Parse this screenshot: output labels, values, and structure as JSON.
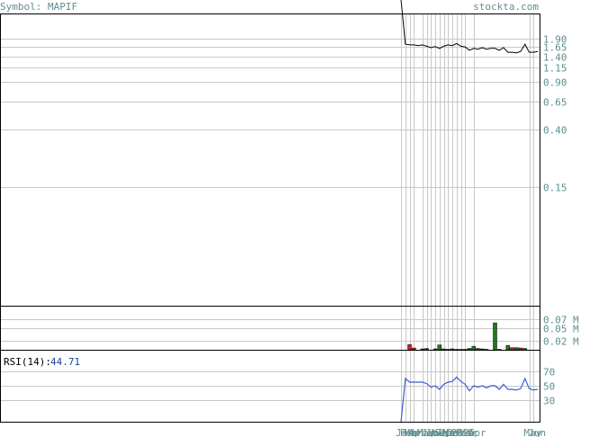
{
  "header": {
    "symbol_label": "Symbol: MAPIF",
    "site": "stockta.com"
  },
  "rsi": {
    "label": "RSI(14):",
    "value": "44.71"
  },
  "colors": {
    "grid": "#c8c8c8",
    "frame": "#000000",
    "price_line": "#000000",
    "rsi_line": "#3a5fcd",
    "vol_up": "#1f7a1f",
    "vol_down": "#cc2222",
    "axis_text": "#5f8f8f"
  },
  "chart_data": [
    {
      "type": "line",
      "scale": "log",
      "title": "",
      "y_ticks": [
        "1.90",
        "1.65",
        "1.40",
        "1.15",
        "0.90",
        "0.65",
        "0.40",
        "0.15"
      ],
      "y_tick_values": [
        1.9,
        1.65,
        1.4,
        1.15,
        0.9,
        0.65,
        0.4,
        0.15
      ],
      "ylim": [
        0.02,
        2.9
      ],
      "x_index": [
        0,
        1,
        2,
        3,
        4,
        5,
        6,
        7,
        8,
        9,
        10,
        11,
        12,
        13,
        14,
        15,
        16,
        17,
        18,
        19,
        20,
        21,
        22,
        23,
        24,
        25,
        26,
        27,
        28,
        29,
        30,
        31,
        32
      ],
      "values": [
        5.0,
        1.72,
        1.7,
        1.7,
        1.68,
        1.7,
        1.66,
        1.62,
        1.65,
        1.6,
        1.66,
        1.7,
        1.68,
        1.74,
        1.66,
        1.64,
        1.55,
        1.6,
        1.58,
        1.62,
        1.58,
        1.6,
        1.6,
        1.55,
        1.62,
        1.5,
        1.5,
        1.48,
        1.52,
        1.72,
        1.5,
        1.5,
        1.52
      ]
    },
    {
      "type": "bar",
      "title": "Volume",
      "y_ticks": [
        "0.07 M",
        "0.05 M",
        "0.02 M"
      ],
      "y_tick_values": [
        0.07,
        0.05,
        0.02
      ],
      "ylim": [
        0,
        0.1
      ],
      "x_index": [
        1,
        2,
        3,
        4,
        5,
        6,
        7,
        8,
        9,
        10,
        11,
        12,
        13,
        14,
        15,
        16,
        17,
        18,
        19,
        20,
        21,
        22,
        23,
        24,
        25,
        26,
        27,
        28,
        29
      ],
      "values": [
        0.0,
        0.012,
        0.004,
        0.0,
        0.002,
        0.003,
        0.0,
        0.002,
        0.011,
        0.002,
        0.001,
        0.002,
        0.001,
        0.001,
        0.001,
        0.003,
        0.008,
        0.003,
        0.002,
        0.001,
        0.0,
        0.061,
        0.001,
        0.0,
        0.01,
        0.005,
        0.005,
        0.004,
        0.003
      ],
      "up": [
        1,
        0,
        0,
        1,
        0,
        0,
        1,
        1,
        1,
        1,
        1,
        1,
        1,
        1,
        1,
        1,
        1,
        0,
        1,
        1,
        1,
        1,
        1,
        1,
        1,
        0,
        1,
        0,
        1
      ]
    },
    {
      "type": "line",
      "title": "RSI(14)",
      "y_ticks": [
        "70",
        "50",
        "30"
      ],
      "y_tick_values": [
        70,
        50,
        30
      ],
      "ylim": [
        0,
        100
      ],
      "x_index": [
        0,
        1,
        2,
        3,
        4,
        5,
        6,
        7,
        8,
        9,
        10,
        11,
        12,
        13,
        14,
        15,
        16,
        17,
        18,
        19,
        20,
        21,
        22,
        23,
        24,
        25,
        26,
        27,
        28,
        29,
        30,
        31,
        32
      ],
      "values": [
        0,
        60,
        55,
        55,
        55,
        55,
        53,
        48,
        50,
        45,
        52,
        55,
        56,
        62,
        56,
        52,
        43,
        50,
        48,
        50,
        47,
        50,
        50,
        45,
        52,
        45,
        45,
        44,
        46,
        60,
        46,
        44,
        45
      ]
    }
  ],
  "x_axis": {
    "labels": [
      "Jan",
      "Feb",
      "Mar",
      "Apr",
      "May",
      "Jun",
      "Jul",
      "Aug",
      "Sep",
      "Oct",
      "Nov",
      "Dec",
      "2025",
      "Feb",
      "Mar",
      "Apr",
      "May",
      "Jun"
    ],
    "label_index": [
      0,
      1,
      2,
      3,
      5,
      6,
      7,
      8,
      9,
      10,
      11,
      12,
      13,
      14,
      15,
      17,
      30,
      31
    ]
  }
}
